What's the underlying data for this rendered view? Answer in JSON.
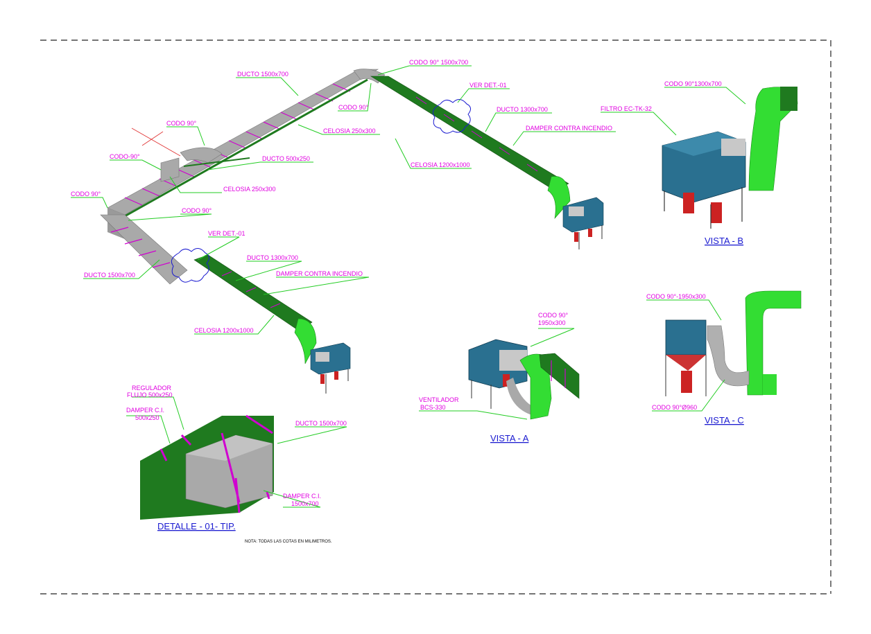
{
  "labels": {
    "ducto_1500_top": "DUCTO 1500x700",
    "codo_90_1500": "CODO 90° 1500x700",
    "ver_det_top": "VER DET.-01",
    "codo_90_top": "CODO 90°",
    "ducto_1300_top": "DUCTO 1300x700",
    "celosia_250_top": "CELOSIA 250x300",
    "damper_ci_top": "DAMPER CONTRA INCENDIO",
    "codo_90_left_a": "CODO 90°",
    "ducto_500": "DUCTO 500x250",
    "celosia_1200_top": "CELOSIA 1200x1000",
    "codo_90_left_b": "CODO-90°",
    "celosia_250_mid": "CELOSIA 250x300",
    "codo_90_left_c": "CODO 90°",
    "codo_90_mid": "CODO 90°",
    "ver_det_mid": "VER DET.-01",
    "ducto_1300_mid": "DUCTO 1300x700",
    "ducto_1500_left": "DUCTO 1500x700",
    "damper_ci_mid": "DAMPER CONTRA INCENDIO",
    "celosia_1200_mid": "CELOSIA 1200x1000",
    "codo_90_1300": "CODO 90°1300x700",
    "filtro": "FILTRO EC-TK-32",
    "codo_90_1950_a": "CODO 90°",
    "codo_90_1950_b": "1950x300",
    "ventilador_a": "VENTILADOR",
    "ventilador_b": "BCS-330",
    "codo_90_1950_c": "CODO 90°-1950x300",
    "codo_960": "CODO 90°Ø960",
    "regulador_a": "REGULADOR",
    "regulador_b": "FLUJO 500x250",
    "damper_ci_500_a": "DAMPER C.I.",
    "damper_ci_500_b": "500x250",
    "ducto_1500_det": "DUCTO 1500x700",
    "damper_ci_1500_a": "DAMPER C.I.",
    "damper_ci_1500_b": "1500x700"
  },
  "titles": {
    "vista_a": "VISTA - A",
    "vista_b": "VISTA - B",
    "vista_c": "VISTA - C",
    "detalle": "DETALLE - 01- TIP."
  },
  "note": "NOTA: TODAS LAS COTAS EN MILIMETROS.",
  "colors": {
    "label": "#e000e0",
    "leader": "#22cc22",
    "duct_gray": "#a9a9a9",
    "duct_green": "#1f7a1f",
    "elbow_green": "#33dd33",
    "filter_blue": "#2a7090",
    "title_blue": "#1a1ad0",
    "cylinder_red": "#cc2222"
  }
}
